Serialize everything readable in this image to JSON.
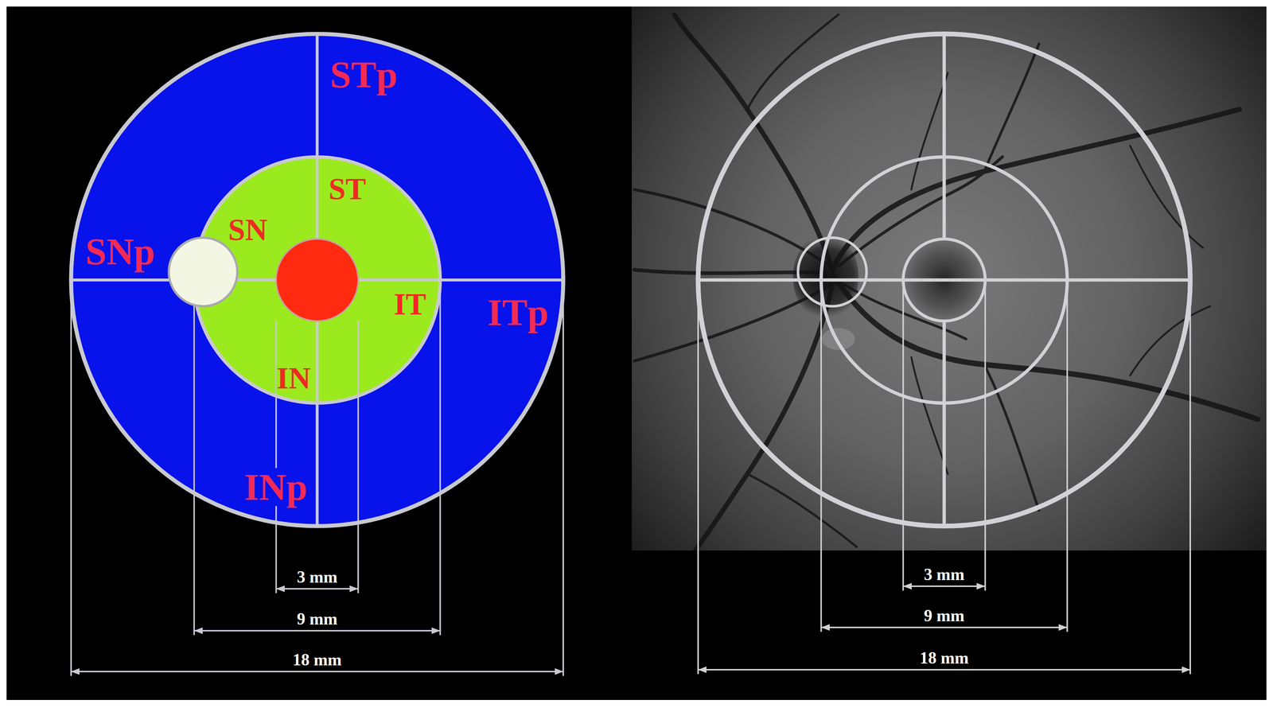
{
  "diagram": {
    "nodes": [
      {
        "text": [
          "STp",
          "SNp",
          "ITp",
          "INp"
        ]
      },
      {
        "text": [
          "ST",
          "SN",
          "IT",
          "IN"
        ],
        "in": 0
      }
    ],
    "labels": [
      "3 mm",
      "9 mm",
      "18 mm",
      "3 mm",
      "9 mm",
      "18 mm"
    ]
  }
}
